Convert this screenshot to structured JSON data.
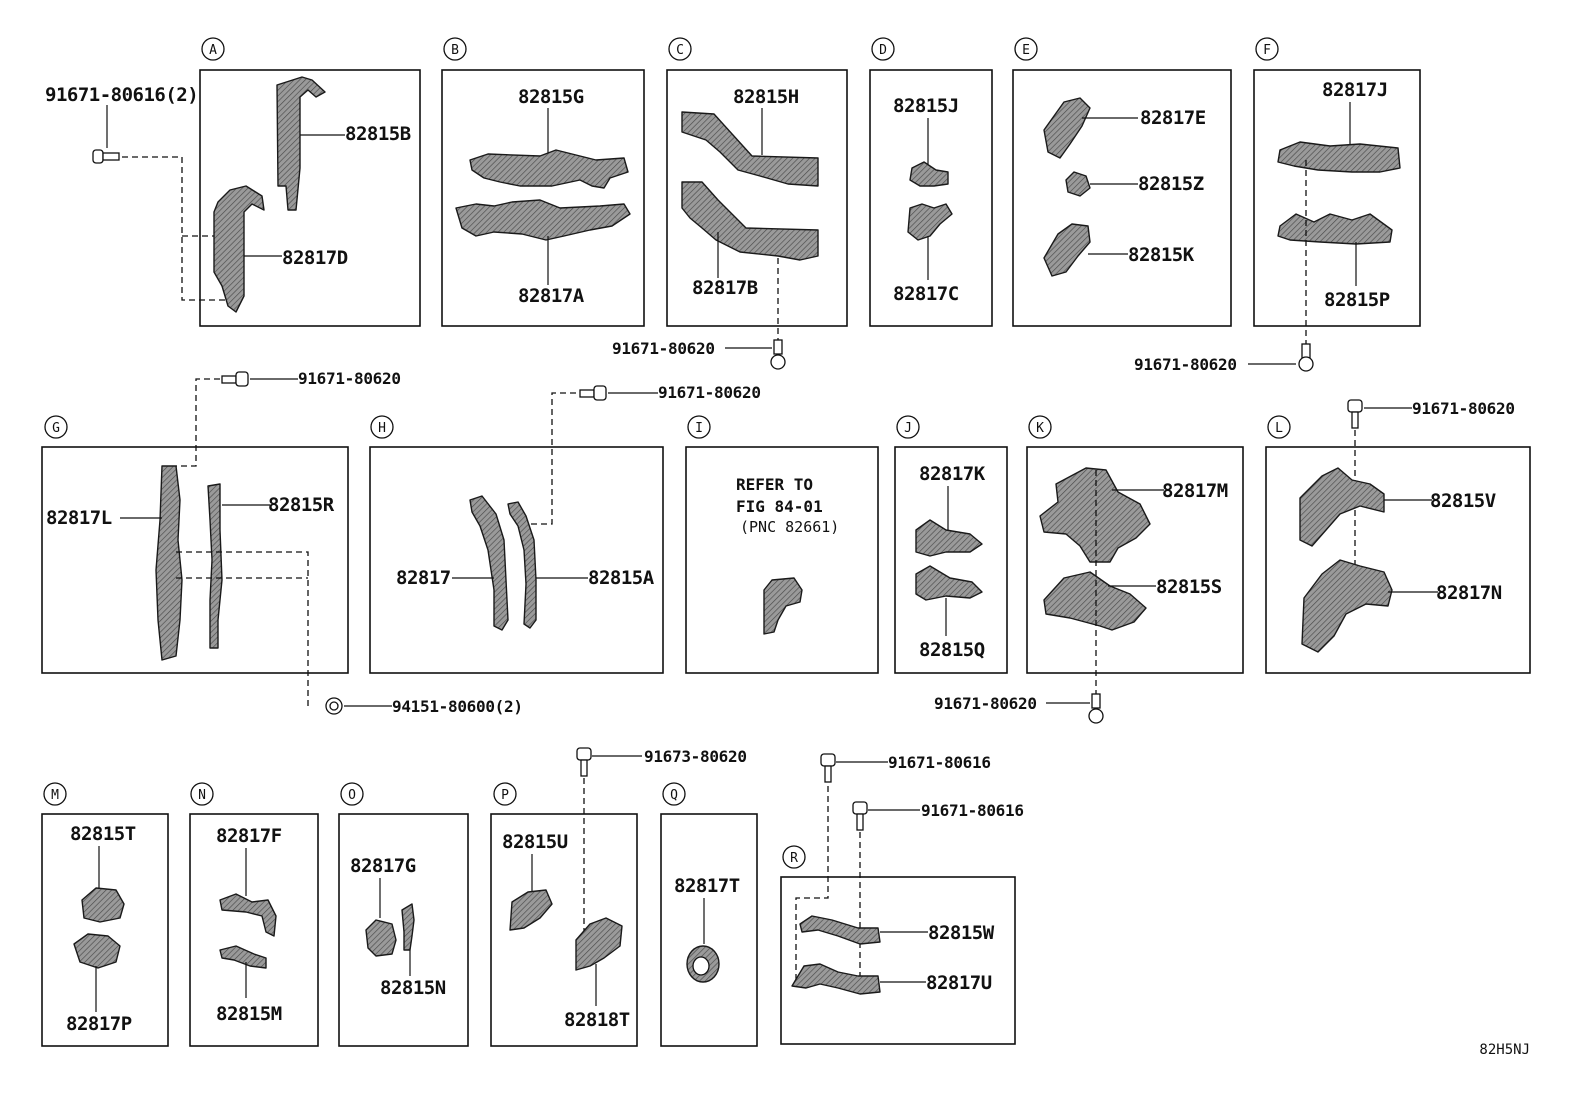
{
  "diagram_code": "82H5NJ",
  "sections": {
    "A": {
      "letter": "A",
      "labels": [
        "82815B",
        "82817D"
      ],
      "bolt": "91671-80616(2)"
    },
    "B": {
      "letter": "B",
      "labels": [
        "82815G",
        "82817A"
      ]
    },
    "C": {
      "letter": "C",
      "labels": [
        "82815H",
        "82817B"
      ],
      "bolt": "91671-80620"
    },
    "D": {
      "letter": "D",
      "labels": [
        "82815J",
        "82817C"
      ]
    },
    "E": {
      "letter": "E",
      "labels": [
        "82817E",
        "82815Z",
        "82815K"
      ]
    },
    "F": {
      "letter": "F",
      "labels": [
        "82817J",
        "82815P"
      ],
      "bolt": "91671-80620"
    },
    "G": {
      "letter": "G",
      "labels": [
        "82817L",
        "82815R"
      ],
      "bolt": "91671-80620",
      "bolt2": "94151-80600(2)"
    },
    "H": {
      "letter": "H",
      "labels": [
        "82817",
        "82815A"
      ],
      "bolt": "91671-80620"
    },
    "I": {
      "letter": "I",
      "refer": [
        "REFER TO",
        "FIG 84-01",
        "(PNC 82661)"
      ]
    },
    "J": {
      "letter": "J",
      "labels": [
        "82817K",
        "82815Q"
      ]
    },
    "K": {
      "letter": "K",
      "labels": [
        "82817M",
        "82815S"
      ],
      "bolt": "91671-80620"
    },
    "L": {
      "letter": "L",
      "labels": [
        "82815V",
        "82817N"
      ],
      "bolt": "91671-80620"
    },
    "M": {
      "letter": "M",
      "labels": [
        "82815T",
        "82817P"
      ]
    },
    "N": {
      "letter": "N",
      "labels": [
        "82817F",
        "82815M"
      ]
    },
    "O": {
      "letter": "O",
      "labels": [
        "82817G",
        "82815N"
      ]
    },
    "P": {
      "letter": "P",
      "labels": [
        "82815U",
        "82818T"
      ],
      "bolt": "91673-80620"
    },
    "Q": {
      "letter": "Q",
      "labels": [
        "82817T"
      ]
    },
    "R": {
      "letter": "R",
      "labels": [
        "82815W",
        "82817U"
      ],
      "bolt": "91671-80616",
      "bolt2": "91671-80616"
    }
  }
}
